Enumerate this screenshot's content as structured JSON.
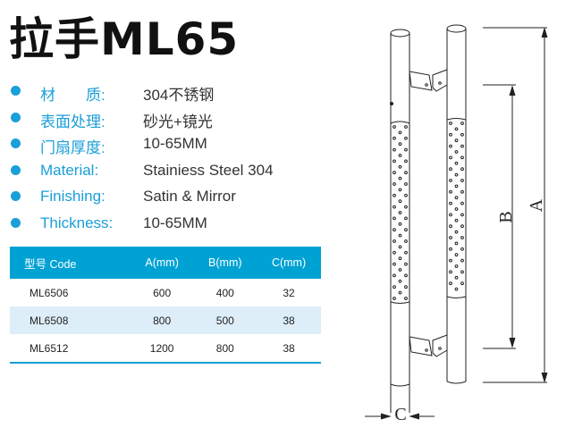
{
  "title": "拉手ML65",
  "specs": [
    {
      "label": "材　　质:",
      "value": "304不锈钢"
    },
    {
      "label": "表面处理:",
      "value": "砂光+镜光"
    },
    {
      "label": "门扇厚度:",
      "value": "10-65MM"
    },
    {
      "label": "Material:",
      "value": "Stainiess Steel 304"
    },
    {
      "label": "Finishing:",
      "value": "Satin & Mirror"
    },
    {
      "label": "Thickness:",
      "value": "10-65MM"
    }
  ],
  "table": {
    "headers": [
      "型号 Code",
      "A(mm)",
      "B(mm)",
      "C(mm)"
    ],
    "rows": [
      [
        "ML6506",
        "600",
        "400",
        "32"
      ],
      [
        "ML6508",
        "800",
        "500",
        "38"
      ],
      [
        "ML6512",
        "1200",
        "800",
        "38"
      ]
    ]
  },
  "drawing": {
    "dim_a": "A",
    "dim_b": "B",
    "dim_c": "C"
  },
  "colors": {
    "accent": "#1a9fd8",
    "header": "#00a2d4",
    "alt_row": "#deeef8"
  }
}
